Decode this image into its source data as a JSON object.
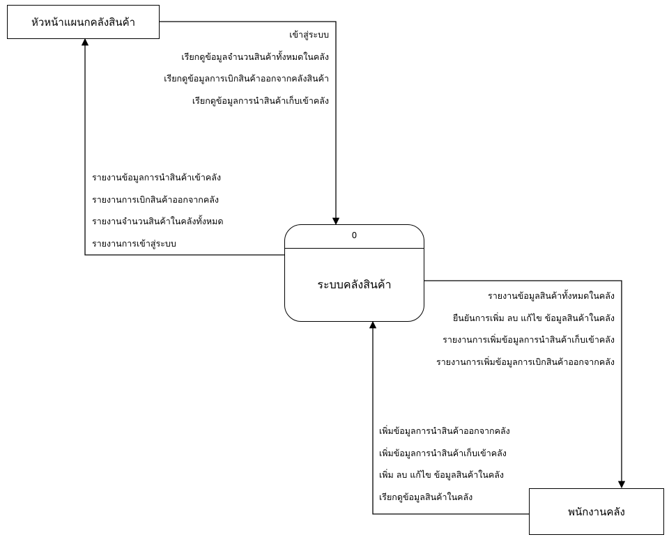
{
  "entities": {
    "head": "หัวหน้าแผนกคลังสินค้า",
    "staff": "พนักงานคลัง"
  },
  "process": {
    "id": "0",
    "name": "ระบบคลังสินค้า"
  },
  "flows": {
    "head_to_system": [
      "เข้าสู่ระบบ",
      "เรียกดูข้อมูลจำนวนสินค้าทั้งหมดในคลัง",
      "เรียกดูข้อมูลการเบิกสินค้าออกจากคลังสินค้า",
      "เรียกดูข้อมูลการนำสินค้าเก็บเข้าคลัง"
    ],
    "system_to_head": [
      "รายงานข้อมูลการนำสินค้าเข้าคลัง",
      "รายงานการเบิกสินค้าออกจากคลัง",
      "รายงานจำนวนสินค้าในคลังทั้งหมด",
      "รายงานการเข้าสู่ระบบ"
    ],
    "system_to_staff": [
      "รายงานข้อมูลสินค้าทั้งหมดในคลัง",
      "ยืนยันการเพิ่ม ลบ แก้ไข ข้อมูลสินค้าในคลัง",
      "รายงานการเพิ่มข้อมูลการนำสินค้าเก็บเข้าคลัง",
      "รายงานการเพิ่มข้อมูลการเบิกสินค้าออกจากคลัง"
    ],
    "staff_to_system": [
      "เพิ่มข้อมูลการนำสินค้าออกจากคลัง",
      "เพิ่มข้อมูลการนำสินค้าเก็บเข้าคลัง",
      "เพิ่ม ลบ แก้ไข ข้อมูลสินค้าในคลัง",
      "เรียกดูข้อมูลสินค้าในคลัง"
    ]
  }
}
